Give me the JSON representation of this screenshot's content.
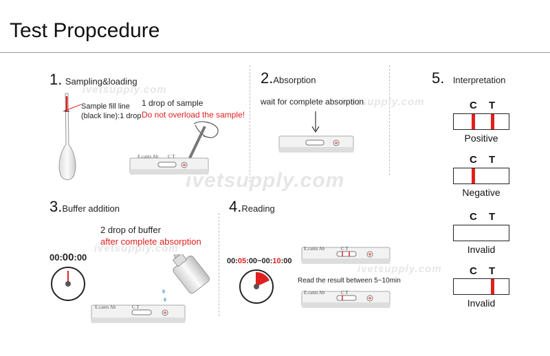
{
  "title": "Test Propcedure",
  "watermark": "ivetsupply.com",
  "steps": {
    "s1": {
      "num": "1.",
      "label": "Sampling&loading",
      "fill_line_1": "Sample fill line",
      "fill_line_2": "(black line):1 drop",
      "instruction": "1 drop of sample",
      "warning": "Do not overload the sample!"
    },
    "s2": {
      "num": "2.",
      "label": "Absorption",
      "instruction": "wait for complete absorption"
    },
    "s3": {
      "num": "3.",
      "label": "Buffer addition",
      "instruction": "2 drop of buffer",
      "warning": "after complete absorption",
      "timer_a": "00:",
      "timer_b": "00",
      "timer_c": ":00"
    },
    "s4": {
      "num": "4.",
      "label": "Reading",
      "timer_a": "00:",
      "timer_b": "05",
      "timer_c": ":00~00:",
      "timer_d": "10",
      "timer_e": ":00",
      "instruction": "Read the result between 5~10min"
    },
    "s5": {
      "num": "5.",
      "label": "Interpretation"
    }
  },
  "cassette_label": "E.canis Ab",
  "cassette_ct": "C T",
  "c": "C",
  "t": "T",
  "results": [
    "Positive",
    "Negative",
    "Invalid",
    "Invalid"
  ],
  "colors": {
    "accent": "#e0201e"
  }
}
